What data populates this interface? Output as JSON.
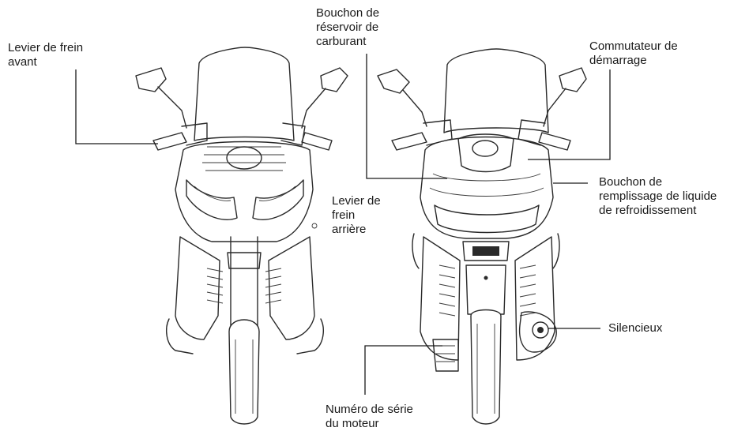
{
  "labels": {
    "front_brake": [
      "Levier de frein",
      "avant"
    ],
    "fuel_cap": [
      "Bouchon de",
      "réservoir de",
      "carburant"
    ],
    "starter": [
      "Commutateur de",
      "démarrage"
    ],
    "coolant": [
      "Bouchon de",
      "remplissage de liquide",
      "de refroidissement"
    ],
    "rear_brake": [
      "Levier de",
      "frein",
      "arrière"
    ],
    "muffler": [
      "Silencieux"
    ],
    "engine_serial": [
      "Numéro de série",
      "du moteur"
    ]
  },
  "colors": {
    "ink": "#2a2a2a",
    "background": "#ffffff"
  }
}
